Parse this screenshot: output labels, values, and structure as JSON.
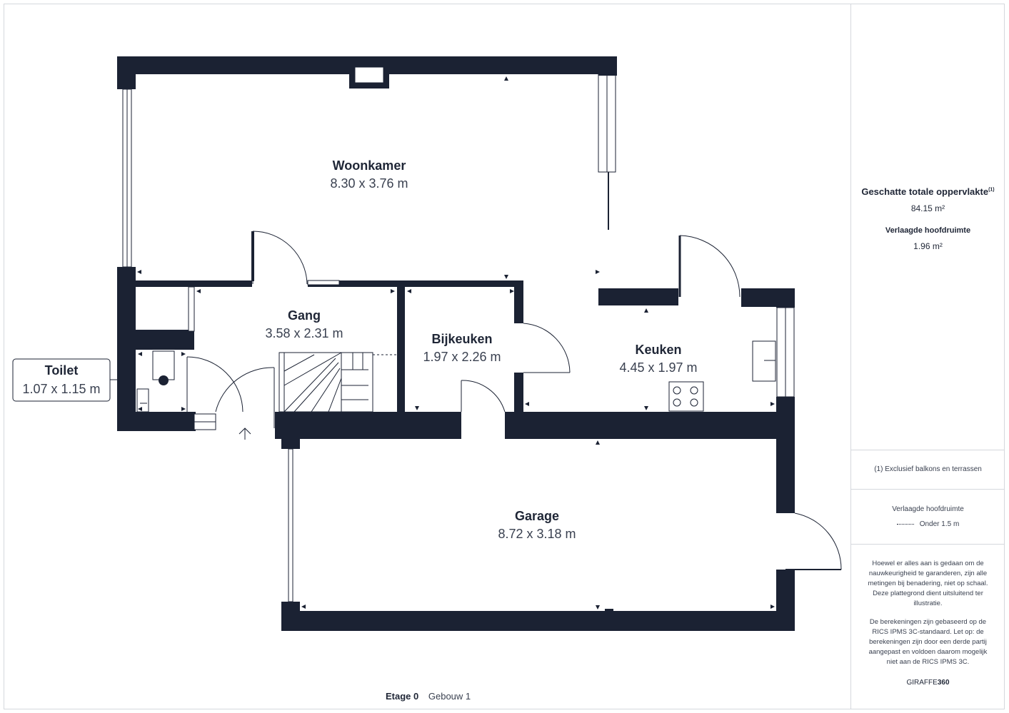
{
  "rooms": {
    "woonkamer": {
      "name": "Woonkamer",
      "dim": "8.30 x 3.76 m"
    },
    "gang": {
      "name": "Gang",
      "dim": "3.58 x 2.31 m"
    },
    "bijkeuken": {
      "name": "Bijkeuken",
      "dim": "1.97 x 2.26 m"
    },
    "keuken": {
      "name": "Keuken",
      "dim": "4.45 x 1.97 m"
    },
    "toilet": {
      "name": "Toilet",
      "dim": "1.07 x 1.15 m"
    },
    "garage": {
      "name": "Garage",
      "dim": "8.72 x 3.18 m"
    }
  },
  "sidebar": {
    "area_title": "Geschatte totale oppervlakte",
    "area_title_sup": "(1)",
    "area_value": "84.15 m²",
    "reduced_title": "Verlaagde hoofdruimte",
    "reduced_value": "1.96 m²",
    "footnote": "(1) Exclusief balkons en terrassen",
    "legend_title": "Verlaagde hoofdruimte",
    "legend_label": "Onder 1.5 m",
    "disclaimer_1": "Hoewel er alles aan is gedaan om de nauwkeurigheid te garanderen, zijn alle metingen bij benadering, niet op schaal. Deze plattegrond dient uitsluitend ter illustratie.",
    "disclaimer_2": "De berekeningen zijn gebaseerd op de RICS IPMS 3C-standaard. Let op: de berekeningen zijn door een derde partij aangepast en voldoen daarom mogelijk niet aan de RICS IPMS 3C.",
    "brand_a": "GIRAFFE",
    "brand_b": "360"
  },
  "footer": {
    "floor": "Etage 0",
    "building": "Gebouw 1"
  },
  "colors": {
    "wall": "#1b2233",
    "border": "#d5d8dd",
    "text": "#1f2636"
  }
}
